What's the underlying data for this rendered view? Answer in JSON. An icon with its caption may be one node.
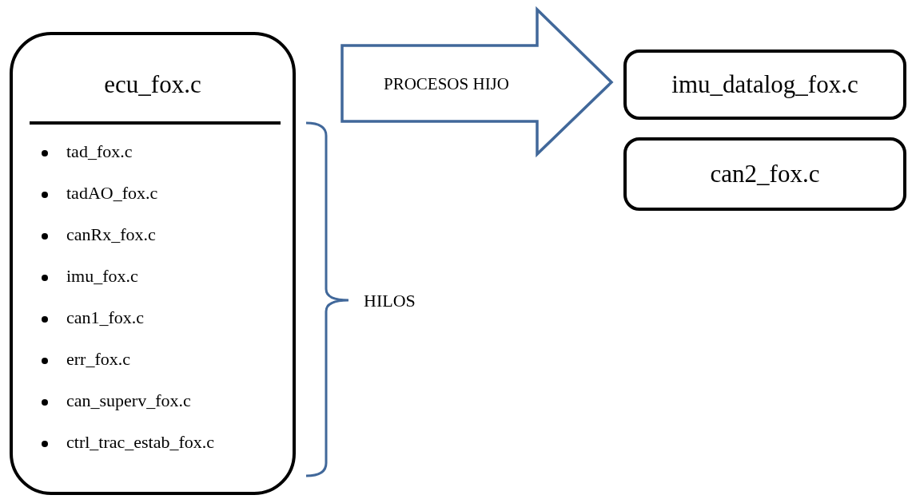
{
  "diagram": {
    "nodes": [
      {
        "text": [
          "ecu_fox.c",
          "tad_fox.c",
          "tadAO_fox.c",
          "canRx_fox.c",
          "imu_fox.c",
          "can1_fox.c",
          "err_fox.c",
          "can_superv_fox.c",
          "ctrl_trac_estab_fox.c"
        ]
      },
      {
        "text": [
          "PROCESOS HIJO"
        ]
      },
      {
        "text": [
          "imu_datalog_fox.c"
        ]
      },
      {
        "text": [
          "can2_fox.c"
        ]
      }
    ],
    "labels": [
      "HILOS"
    ]
  }
}
